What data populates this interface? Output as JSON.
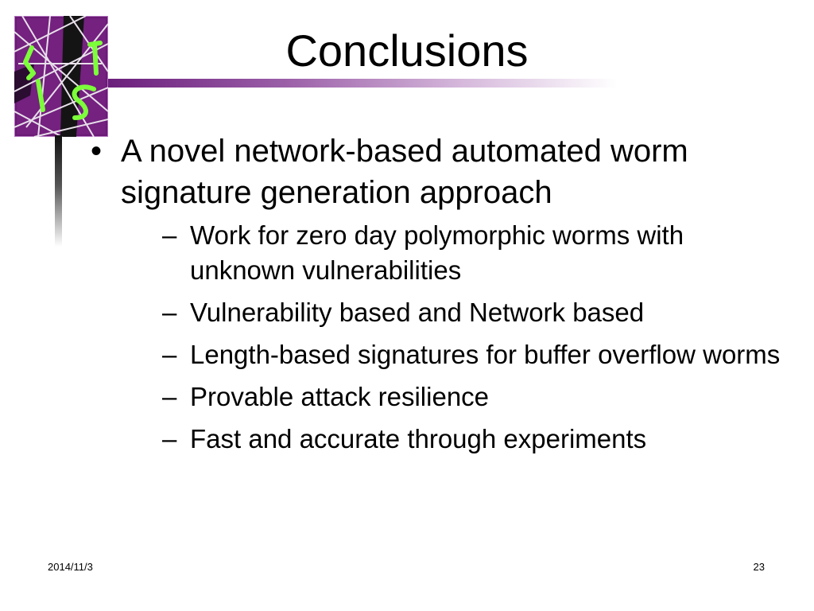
{
  "slide": {
    "title": "Conclusions",
    "bullets": [
      {
        "mark": "•",
        "text": "A novel network-based automated worm signature generation approach",
        "sub_items": [
          {
            "mark": "–",
            "text": "Work for zero day polymorphic worms with unknown vulnerabilities"
          },
          {
            "mark": "–",
            "text": "Vulnerability based and Network based"
          },
          {
            "mark": "–",
            "text": "Length-based signatures for buffer overflow worms"
          },
          {
            "mark": "–",
            "text": "Provable attack resilience"
          },
          {
            "mark": "–",
            "text": "Fast and accurate through experiments"
          }
        ]
      }
    ]
  },
  "footer": {
    "date": "2014/11/3",
    "page_number": "23"
  },
  "logo": {
    "icon": "lab-logo-icon",
    "letters": [
      "L",
      "I",
      "S",
      "T"
    ],
    "colors": {
      "background": "#6a1b74",
      "letters": "#7cff3a",
      "web_lines": "#e8e0ea"
    }
  },
  "colors": {
    "accent_bar": "#6b1f7c",
    "text": "#000000",
    "background": "#ffffff"
  }
}
